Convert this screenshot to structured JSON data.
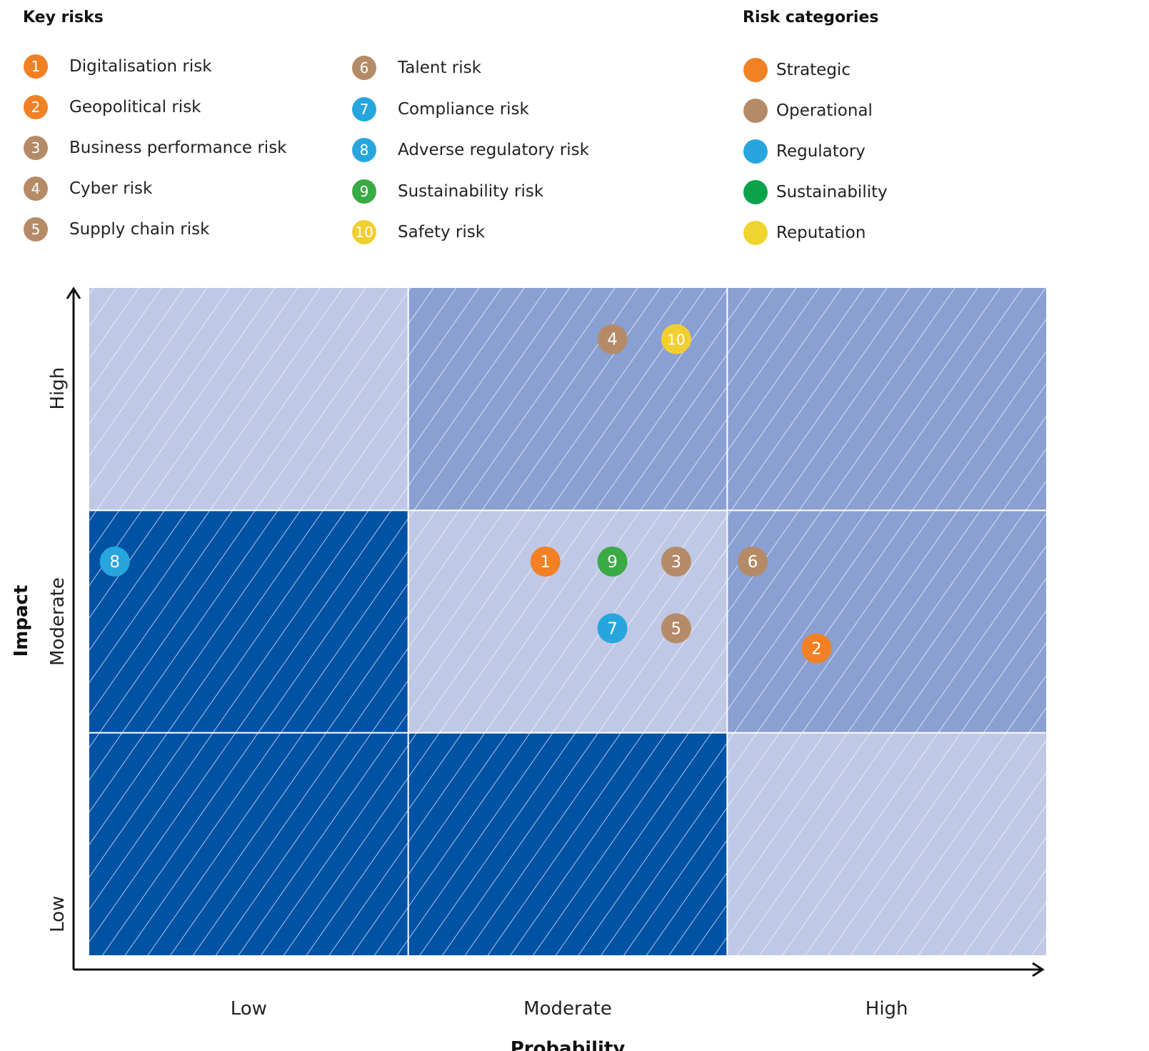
{
  "chart_data": {
    "type": "scatter",
    "title": "",
    "xlabel": "Probability",
    "ylabel": "Impact",
    "x_ticks": [
      "Low",
      "Moderate",
      "High"
    ],
    "y_ticks": [
      "Low",
      "Moderate",
      "High"
    ],
    "xlim": [
      0,
      3
    ],
    "ylim": [
      0,
      3
    ],
    "grid_levels": [
      [
        "dark",
        "dark",
        "light"
      ],
      [
        "dark",
        "light",
        "medium"
      ],
      [
        "light",
        "medium",
        "medium"
      ]
    ],
    "points": [
      {
        "id": "1",
        "x": 1.43,
        "y": 1.77,
        "category": "Strategic"
      },
      {
        "id": "2",
        "x": 2.28,
        "y": 1.38,
        "category": "Strategic"
      },
      {
        "id": "3",
        "x": 1.84,
        "y": 1.77,
        "category": "Operational"
      },
      {
        "id": "4",
        "x": 1.64,
        "y": 2.77,
        "category": "Operational"
      },
      {
        "id": "5",
        "x": 1.84,
        "y": 1.47,
        "category": "Operational"
      },
      {
        "id": "6",
        "x": 2.08,
        "y": 1.77,
        "category": "Operational"
      },
      {
        "id": "7",
        "x": 1.64,
        "y": 1.47,
        "category": "Regulatory"
      },
      {
        "id": "8",
        "x": 0.08,
        "y": 1.77,
        "category": "Regulatory"
      },
      {
        "id": "9",
        "x": 1.64,
        "y": 1.77,
        "category": "Sustainability"
      },
      {
        "id": "10",
        "x": 1.84,
        "y": 2.77,
        "category": "Reputation"
      }
    ]
  },
  "legend": {
    "key_risks_title": "Key risks",
    "risk_categories_title": "Risk categories",
    "key_risks": [
      {
        "num": "1",
        "label": "Digitalisation risk",
        "category": "Strategic"
      },
      {
        "num": "2",
        "label": "Geopolitical risk",
        "category": "Strategic"
      },
      {
        "num": "3",
        "label": "Business performance risk",
        "category": "Operational"
      },
      {
        "num": "4",
        "label": "Cyber risk",
        "category": "Operational"
      },
      {
        "num": "5",
        "label": "Supply chain risk",
        "category": "Operational"
      },
      {
        "num": "6",
        "label": "Talent risk",
        "category": "Operational"
      },
      {
        "num": "7",
        "label": "Compliance risk",
        "category": "Regulatory"
      },
      {
        "num": "8",
        "label": "Adverse regulatory risk",
        "category": "Regulatory"
      },
      {
        "num": "9",
        "label": "Sustainability risk",
        "category": "Sustainability"
      },
      {
        "num": "10",
        "label": "Safety risk",
        "category": "Reputation"
      }
    ],
    "categories": [
      {
        "name": "Strategic",
        "color": "#F28024"
      },
      {
        "name": "Operational",
        "color": "#B58B67"
      },
      {
        "name": "Regulatory",
        "color": "#27A6DE"
      },
      {
        "name": "Sustainability",
        "color": "#0AA34A"
      },
      {
        "name": "Reputation",
        "color": "#F0D530"
      }
    ]
  },
  "colors": {
    "dark": "#0052A5",
    "medium": "#8A9FD2",
    "light": "#BFC8E5",
    "point_green": "#3AAA45",
    "point_yellow": "#F2CF30"
  }
}
